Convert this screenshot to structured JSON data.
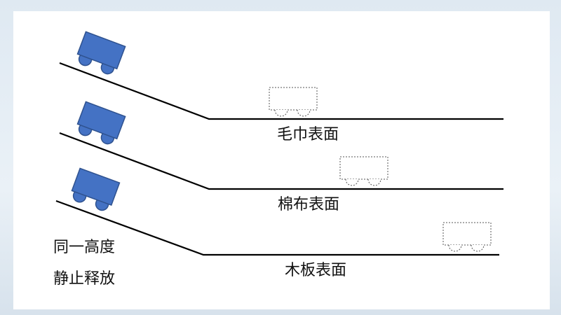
{
  "labels": {
    "towel": "毛巾表面",
    "cotton": "棉布表面",
    "wood": "木板表面",
    "same_height": "同一高度",
    "release": "静止释放"
  },
  "colors": {
    "cart_fill": "#4472c4",
    "cart_stroke": "#2f528f",
    "line": "#000000",
    "dotted": "#555555"
  }
}
